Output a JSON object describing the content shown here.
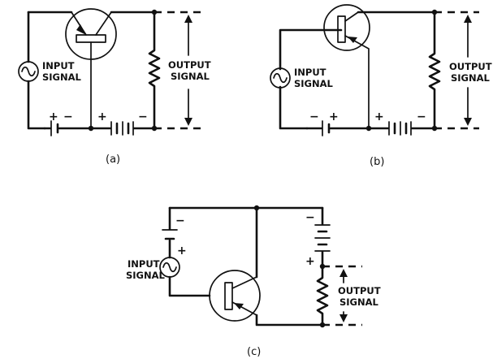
{
  "labels": {
    "input_line1": "INPUT",
    "input_line2": "SIGNAL",
    "output_line1": "OUTPUT",
    "output_line2": "SIGNAL",
    "plus": "+",
    "minus": "−"
  },
  "captions": {
    "a": "(a)",
    "b": "(b)",
    "c": "(c)"
  }
}
